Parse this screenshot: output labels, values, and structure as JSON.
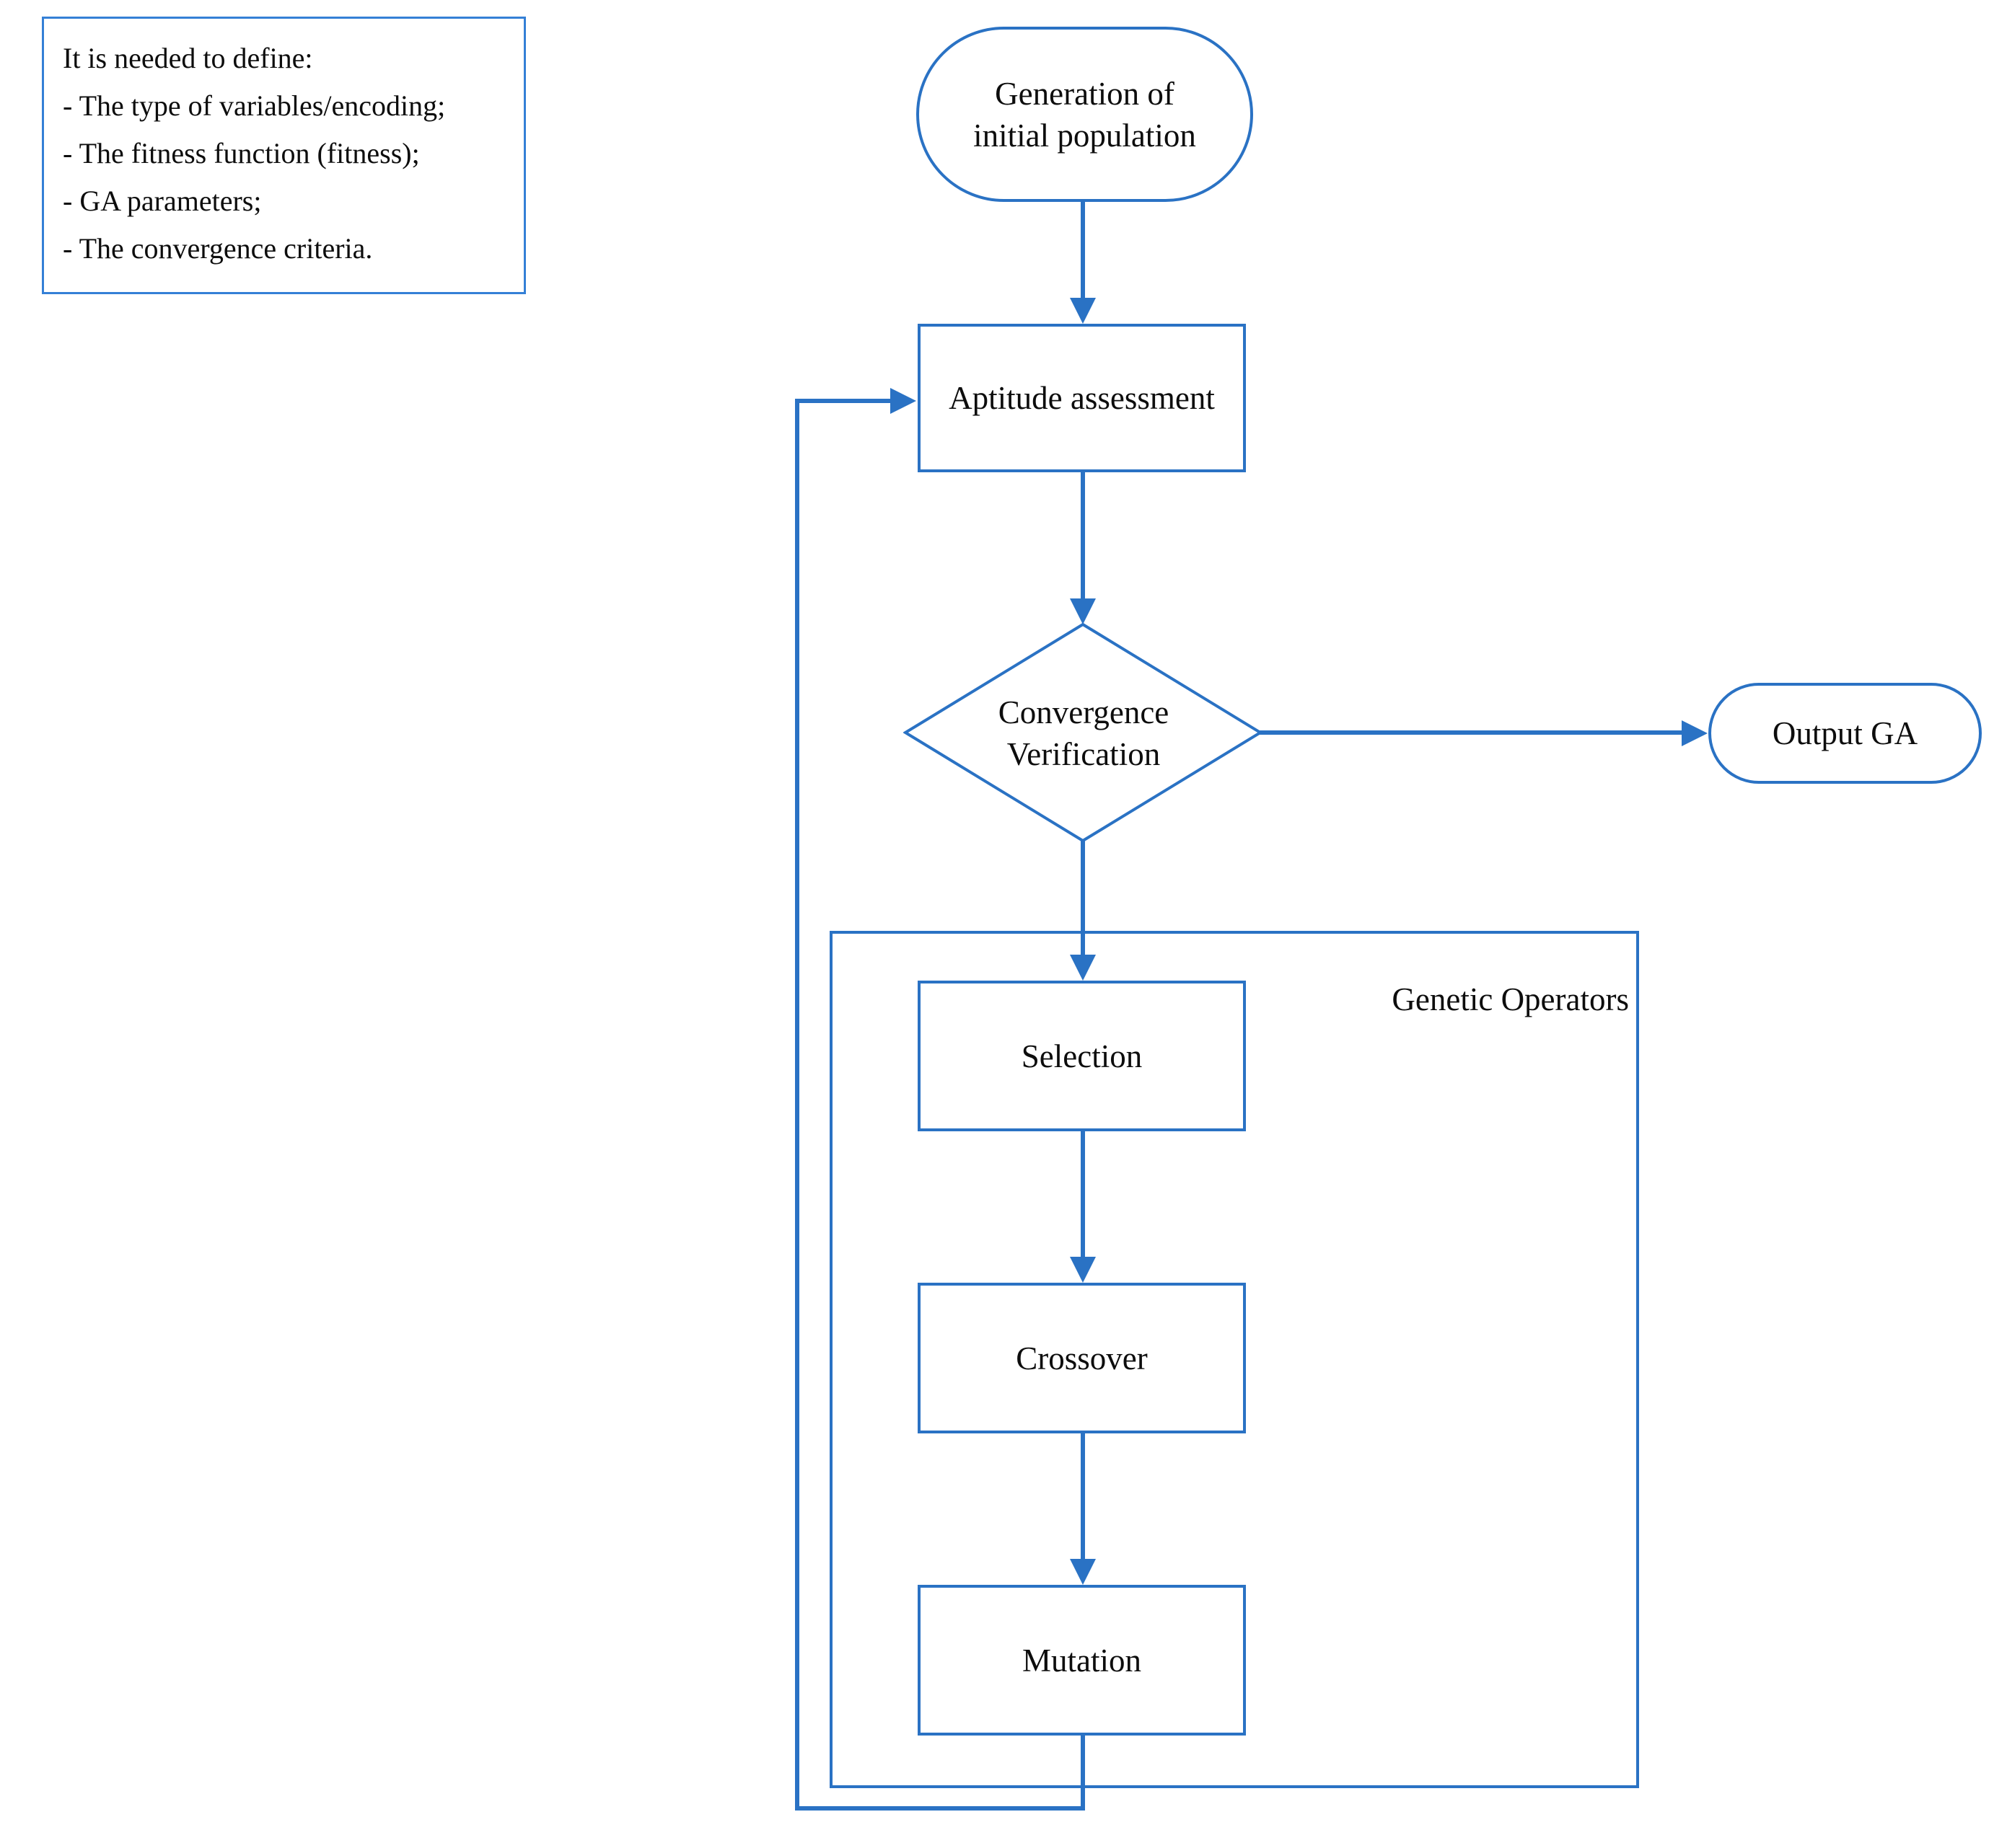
{
  "note": {
    "lines": [
      "It is needed to define:",
      "- The type of variables/encoding;",
      "- The fitness function (fitness);",
      "- GA parameters;",
      "- The convergence criteria."
    ]
  },
  "nodes": {
    "generation": "Generation of\ninitial population",
    "aptitude": "Aptitude assessment",
    "convergence": "Convergence\nVerification",
    "output": "Output GA",
    "selection": "Selection",
    "crossover": "Crossover",
    "mutation": "Mutation"
  },
  "group": {
    "label": "Genetic Operators"
  },
  "colors": {
    "line": "#2A72C4",
    "note_border": "#3480D6",
    "text": "#0d0d0d",
    "background": "#ffffff"
  }
}
